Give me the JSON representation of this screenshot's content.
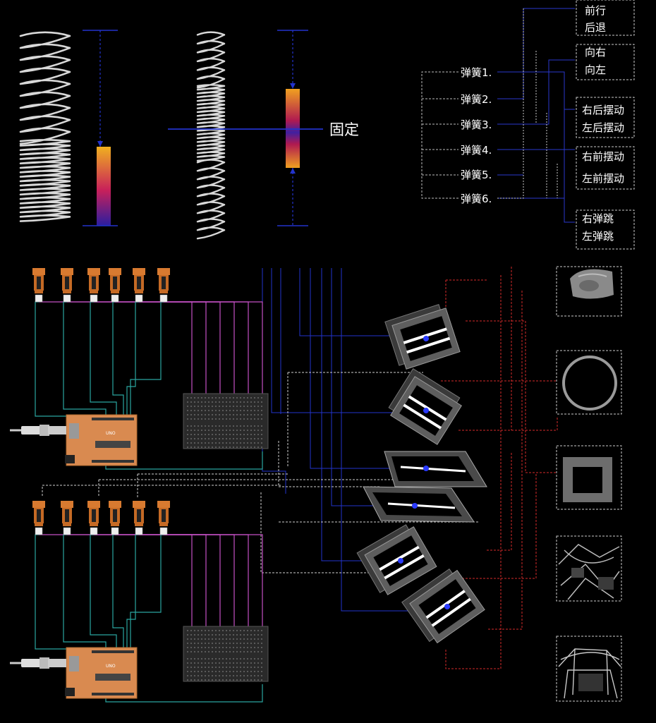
{
  "fixed_label": "固定",
  "springs": [
    {
      "label": "弹簧1."
    },
    {
      "label": "弹簧2."
    },
    {
      "label": "弹簧3."
    },
    {
      "label": "弹簧4."
    },
    {
      "label": "弹簧5."
    },
    {
      "label": "弹簧6."
    }
  ],
  "actions": [
    {
      "line1": "前行",
      "line2": "后退"
    },
    {
      "line1": "向右",
      "line2": "向左"
    },
    {
      "line1": "右后摆动",
      "line2": "左后摆动"
    },
    {
      "line1": "右前摆动",
      "line2": "左前摆动"
    },
    {
      "line1": "右弹跳",
      "line2": "左弹跳"
    }
  ],
  "board_label": "UNO",
  "shapes": [
    {
      "icon": "dome-photo-icon"
    },
    {
      "icon": "ring-icon"
    },
    {
      "icon": "square-frame-icon"
    },
    {
      "icon": "debris-photo-icon"
    },
    {
      "icon": "structure-photo-icon"
    }
  ],
  "colors": {
    "background": "#000000",
    "blue_line": "#2233cc",
    "red_line": "#d42a2a",
    "white_line": "#dddddd",
    "teal_wire": "#2aa5a0",
    "magenta_wire": "#c44fc4",
    "gradient_top": "#f0a020",
    "gradient_mid": "#c02060",
    "gradient_bottom": "#3020a0"
  }
}
